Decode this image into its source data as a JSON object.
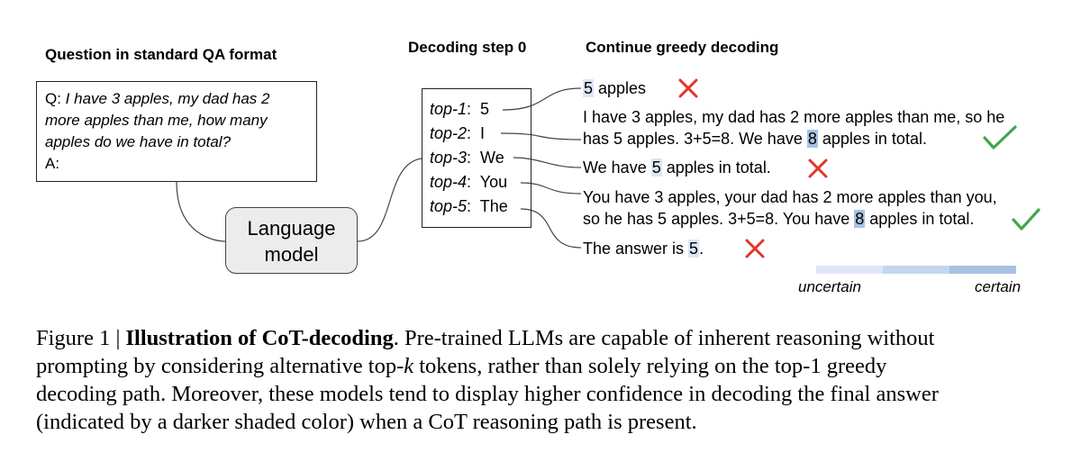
{
  "headers": {
    "question": "Question in standard QA format",
    "decoding": "Decoding step 0",
    "continue": "Continue greedy decoding"
  },
  "question_box": {
    "q_prefix": "Q: ",
    "q_line1": "I have 3 apples, my dad has 2",
    "q_line2": "more apples than me, how many",
    "q_line3": "apples do we have in total?",
    "answer_prefix": "A:"
  },
  "language_model": {
    "line1": "Language",
    "line2": "model"
  },
  "candidates": [
    {
      "rank": "top-1",
      "token": "5"
    },
    {
      "rank": "top-2",
      "token": "I"
    },
    {
      "rank": "top-3",
      "token": "We"
    },
    {
      "rank": "top-4",
      "token": "You"
    },
    {
      "rank": "top-5",
      "token": "The"
    }
  ],
  "paths": {
    "p1": {
      "ans": "5",
      "rest": " apples",
      "correct": false
    },
    "p2": {
      "line1": "I have 3 apples, my dad has 2 more apples than me, so he",
      "pre": "has 5 apples. 3+5=8. We have ",
      "ans": "8",
      "post": " apples in total.",
      "correct": true
    },
    "p3": {
      "pre": "We have ",
      "ans": "5",
      "post": " apples in total.",
      "correct": false
    },
    "p4": {
      "line1": "You have 3 apples, your dad has 2 more apples than you,",
      "pre": "so he has 5 apples. 3+5=8. You have ",
      "ans": "8",
      "post": " apples in total.",
      "correct": true
    },
    "p5": {
      "pre": "The answer is ",
      "ans": "5",
      "post": ".",
      "correct": false
    }
  },
  "legend": {
    "left_label": "uncertain",
    "right_label": "certain",
    "colors": [
      "#dde7f6",
      "#c4d7f0",
      "#a9c1e3"
    ]
  },
  "colors": {
    "highlight_light": "#dbe6f6",
    "highlight_dark": "#a7c2e4",
    "cross": "#e0362c",
    "check": "#45a649"
  },
  "caption": {
    "fig": "Figure 1 | ",
    "title": "Illustration of CoT-decoding",
    "line1_rest": ". Pre-trained LLMs are capable of inherent reasoning without",
    "line2_pre": "prompting by considering alternative top-",
    "line2_k": "k",
    "line2_post": " tokens, rather than solely relying on the top-1 greedy",
    "line3": "decoding path. Moreover, these models tend to display higher confidence in decoding the final answer",
    "line4": "(indicated by a darker shaded color) when a CoT reasoning path is present."
  }
}
